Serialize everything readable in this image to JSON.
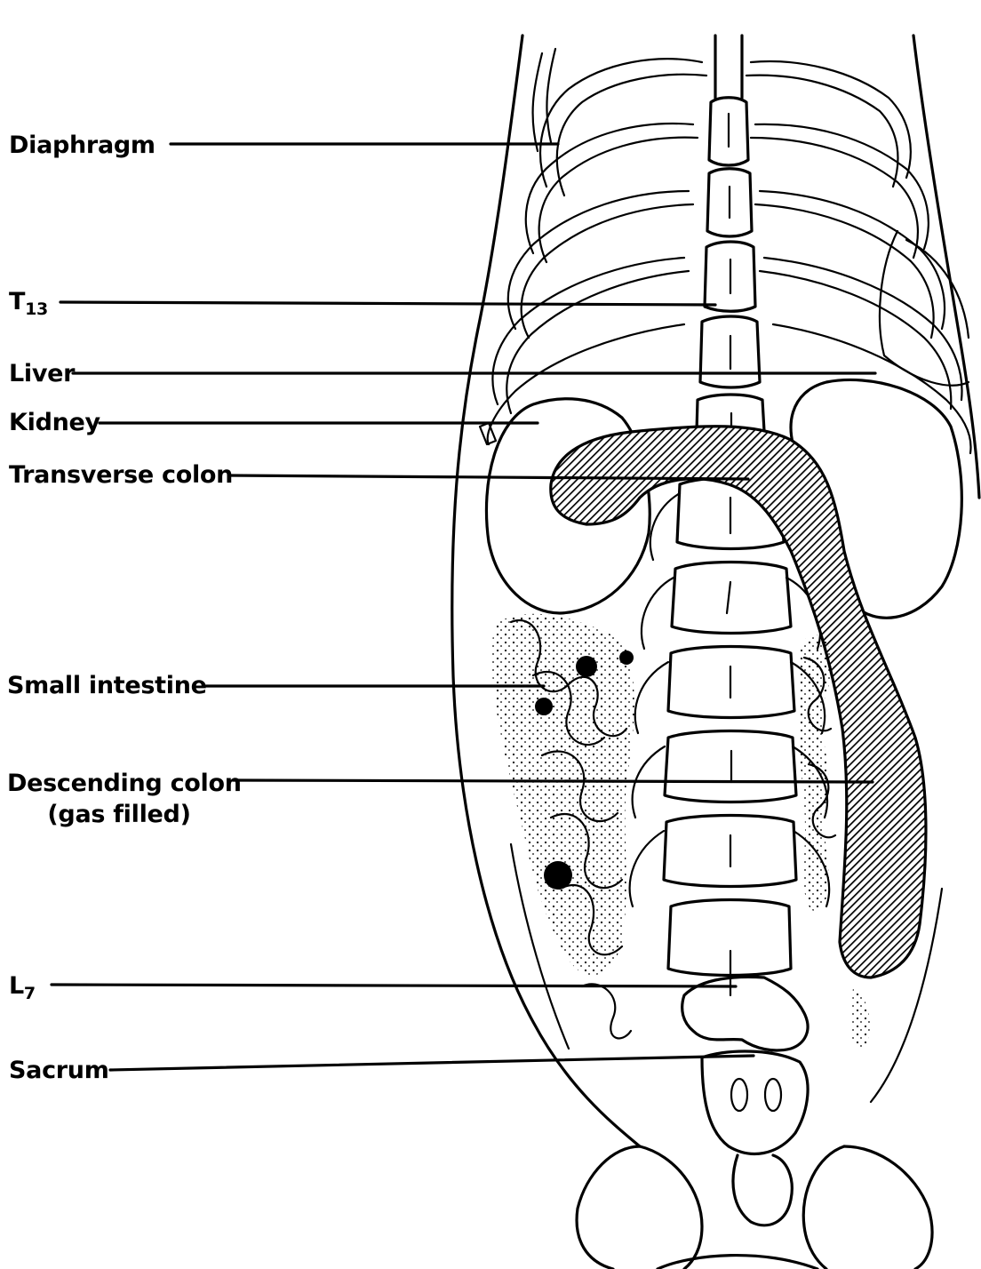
{
  "labels": {
    "diaphragm": "Diaphragm",
    "t13_base": "T",
    "t13_sub": "13",
    "liver": "Liver",
    "kidney": "Kidney",
    "transverse_colon": "Transverse colon",
    "small_intestine": "Small intestine",
    "descending_colon_line1": "Descending colon",
    "descending_colon_line2": "(gas filled)",
    "l7_base": "L",
    "l7_sub": "7",
    "sacrum": "Sacrum"
  },
  "colors": {
    "ink": "#000000",
    "background": "#ffffff",
    "hatch": "#000000"
  }
}
